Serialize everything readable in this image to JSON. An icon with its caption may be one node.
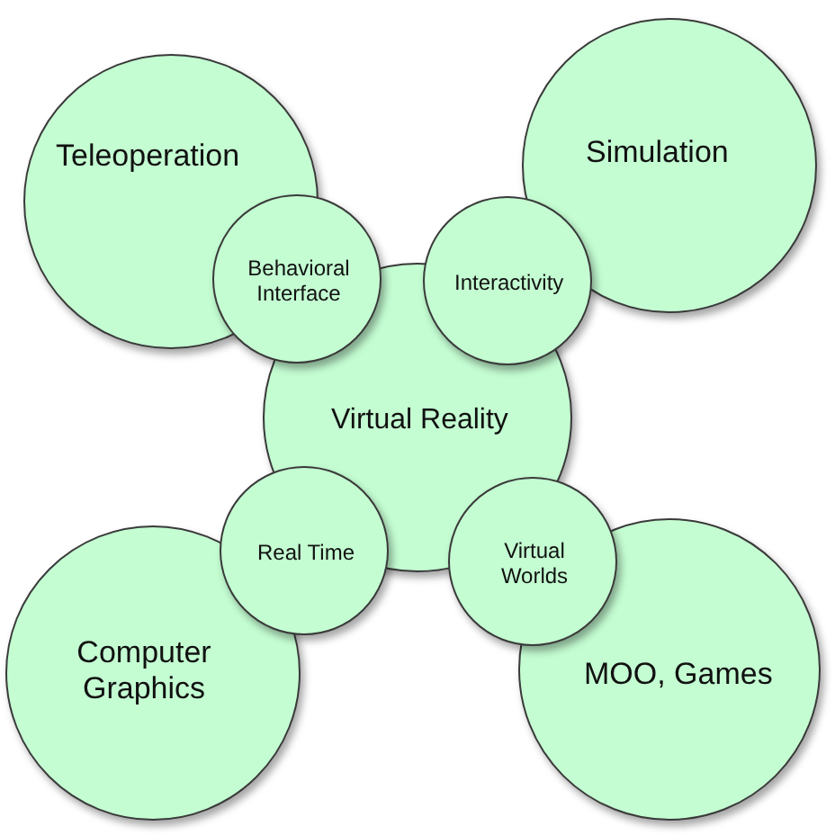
{
  "diagram": {
    "nodes": [
      {
        "text": [
          "Teleoperation"
        ]
      },
      {
        "text": [
          "Simulation"
        ]
      },
      {
        "text": [
          "Virtual Reality"
        ]
      },
      {
        "text": [
          "Behavioral Interface"
        ]
      },
      {
        "text": [
          "Interactivity"
        ]
      },
      {
        "text": [
          "Real Time"
        ]
      },
      {
        "text": [
          "Virtual Worlds"
        ]
      },
      {
        "text": [
          "Computer Graphics"
        ]
      },
      {
        "text": [
          "MOO, Games"
        ]
      }
    ]
  }
}
